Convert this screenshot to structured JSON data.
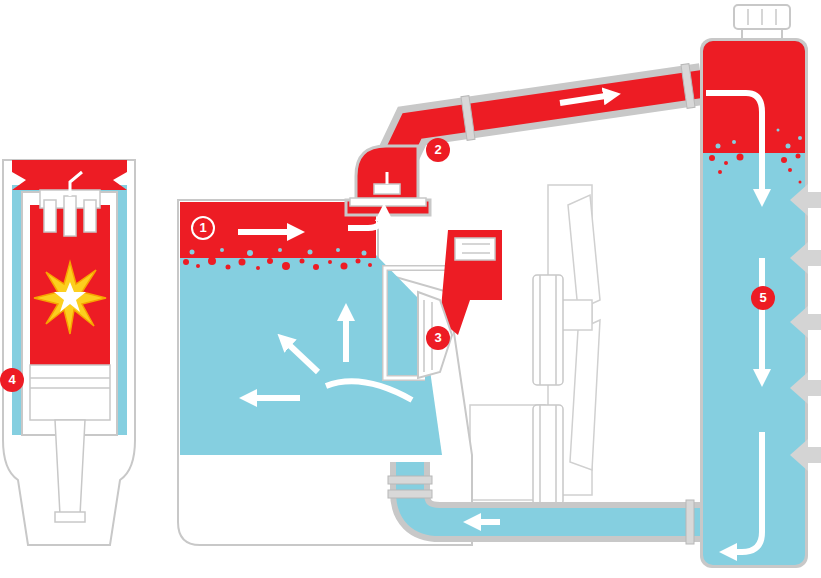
{
  "diagram": {
    "labels": [
      "4",
      "1",
      "2",
      "3",
      "5"
    ]
  }
}
